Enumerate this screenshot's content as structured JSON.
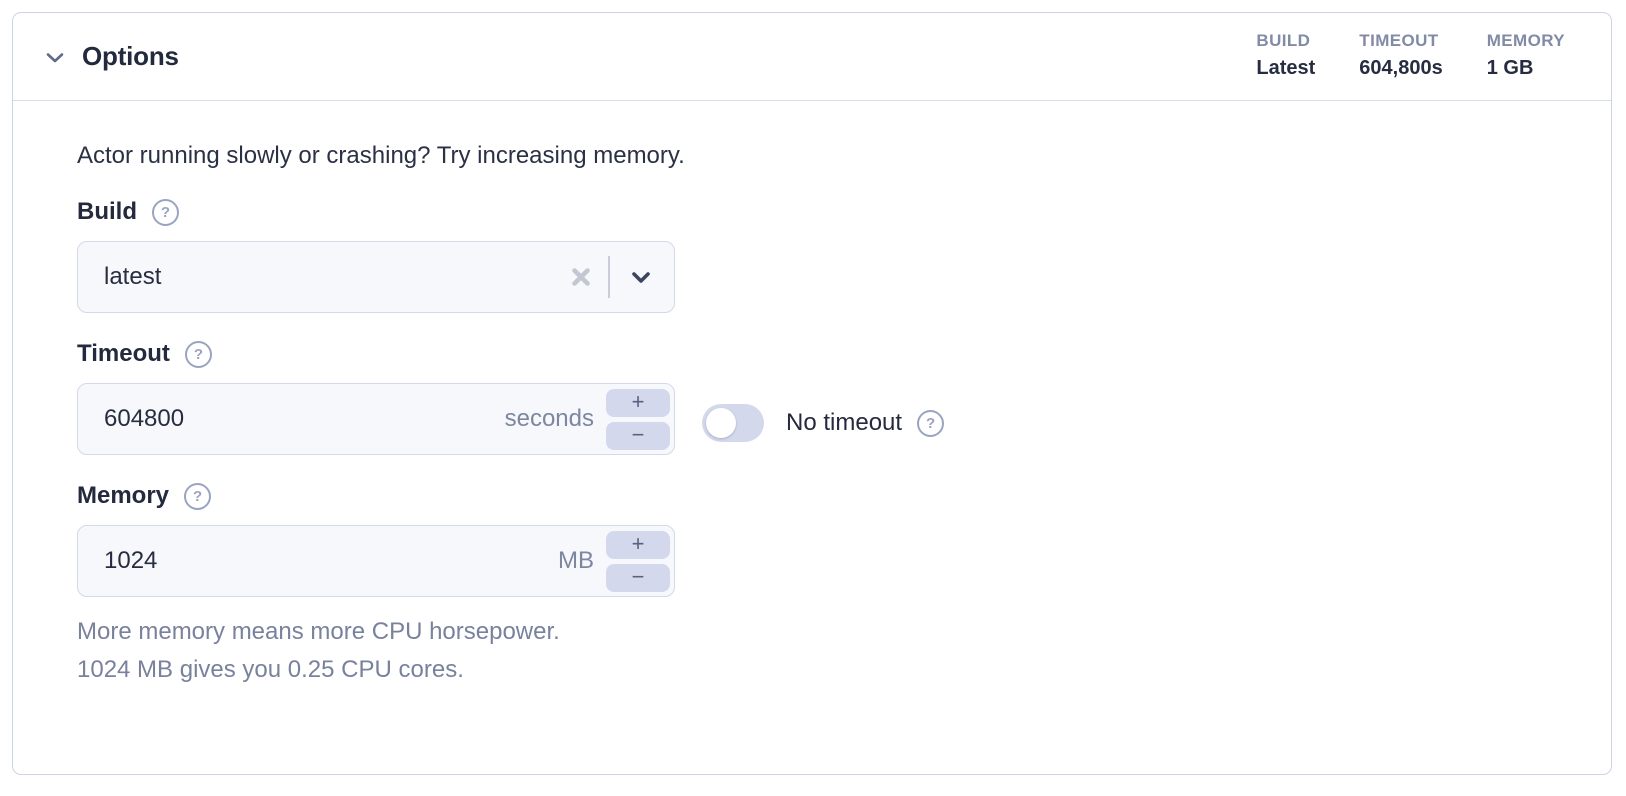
{
  "header": {
    "title": "Options",
    "summary": [
      {
        "label": "BUILD",
        "value": "Latest"
      },
      {
        "label": "TIMEOUT",
        "value": "604,800s"
      },
      {
        "label": "MEMORY",
        "value": "1 GB"
      }
    ]
  },
  "intro": "Actor running slowly or crashing? Try increasing memory.",
  "fields": {
    "build": {
      "label": "Build",
      "value": "latest"
    },
    "timeout": {
      "label": "Timeout",
      "value": "604800",
      "unit": "seconds"
    },
    "no_timeout": {
      "label": "No timeout",
      "state": "off"
    },
    "memory": {
      "label": "Memory",
      "value": "1024",
      "unit": "MB",
      "help_line1": "More memory means more CPU horsepower.",
      "help_line2": "1024 MB gives you 0.25 CPU cores."
    }
  },
  "icons": {
    "collapse": "chevron-down",
    "help": "?",
    "clear": "x-clear",
    "dropdown": "chevron-down",
    "increment": "+",
    "decrement": "−"
  },
  "colors": {
    "text_dark": "#272d40",
    "text_muted": "#7d87a0",
    "stat_label": "#828ba6",
    "field_bg": "#f7f8fc",
    "field_border": "#d3d8ea",
    "control_bg": "#d3d8ec",
    "panel_border": "#ccd3e9"
  }
}
